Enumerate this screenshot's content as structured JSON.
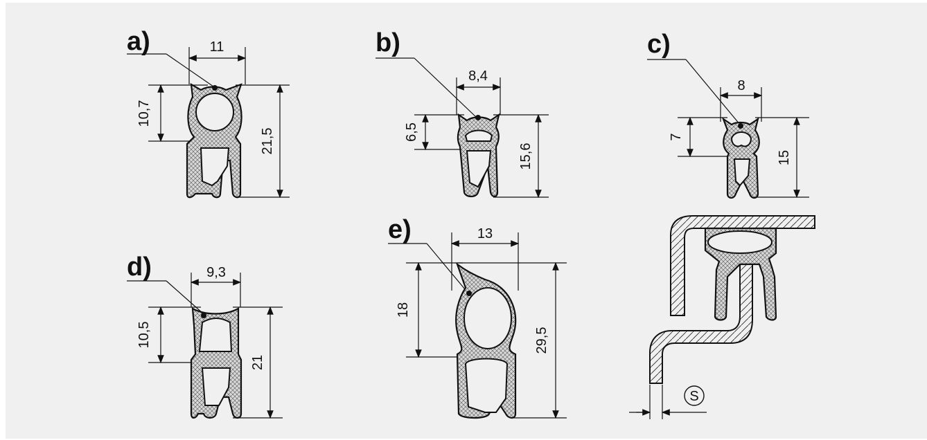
{
  "profiles": {
    "a": {
      "label": "a)",
      "width": "11",
      "height_top": "10,7",
      "height_total": "21,5"
    },
    "b": {
      "label": "b)",
      "width": "8,4",
      "height_top": "6,5",
      "height_total": "15,6"
    },
    "c": {
      "label": "c)",
      "width": "8",
      "height_top": "7",
      "height_total": "15"
    },
    "d": {
      "label": "d)",
      "width": "9,3",
      "height_top": "10,5",
      "height_total": "21"
    },
    "e": {
      "label": "e)",
      "width": "13",
      "height_top": "18",
      "height_total": "29,5"
    }
  },
  "install": {
    "thickness_symbol": "S"
  }
}
